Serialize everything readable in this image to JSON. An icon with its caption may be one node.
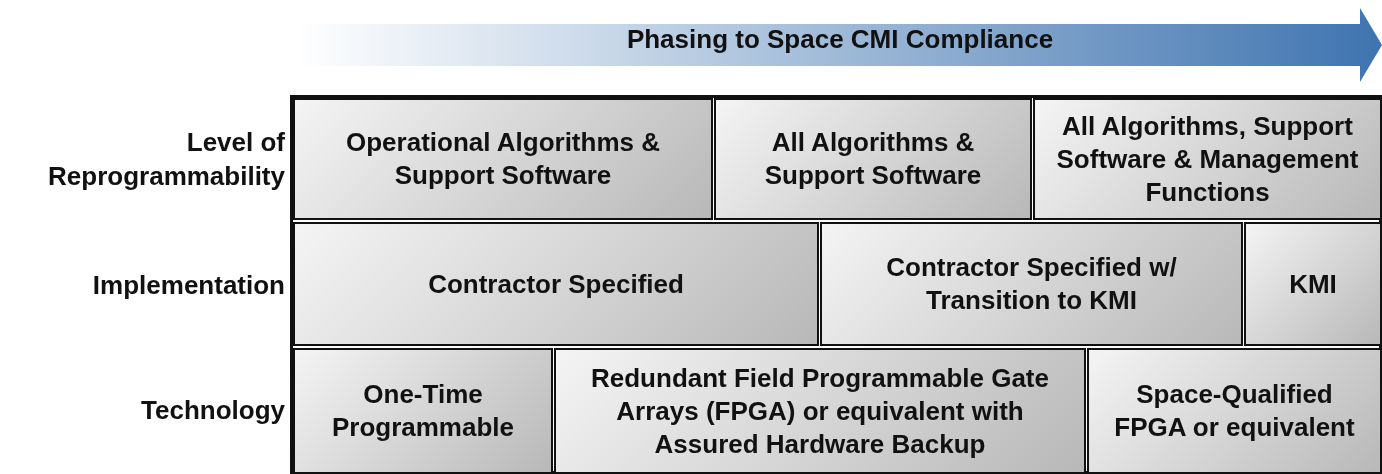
{
  "diagram": {
    "title": "Phasing to Space CMI Compliance",
    "nodes": [
      {
        "text": [
          "Operational Algorithms & Support Software"
        ]
      },
      {
        "text": [
          "All Algorithms & Support Software"
        ]
      },
      {
        "text": [
          "All Algorithms, Support Software & Management Functions"
        ]
      },
      {
        "text": [
          "Contractor Specified"
        ]
      },
      {
        "text": [
          "Contractor Specified w/ Transition to KMI"
        ]
      },
      {
        "text": [
          "KMI"
        ]
      },
      {
        "text": [
          "One-Time Programmable"
        ]
      },
      {
        "text": [
          "Redundant Field Programmable Gate Arrays (FPGA) or equivalent with Assured Hardware Backup"
        ]
      },
      {
        "text": [
          "Space-Qualified FPGA or equivalent"
        ]
      }
    ],
    "edges": [],
    "labels": [
      "Level of Reprogrammability",
      "Implementation",
      "Technology"
    ]
  }
}
